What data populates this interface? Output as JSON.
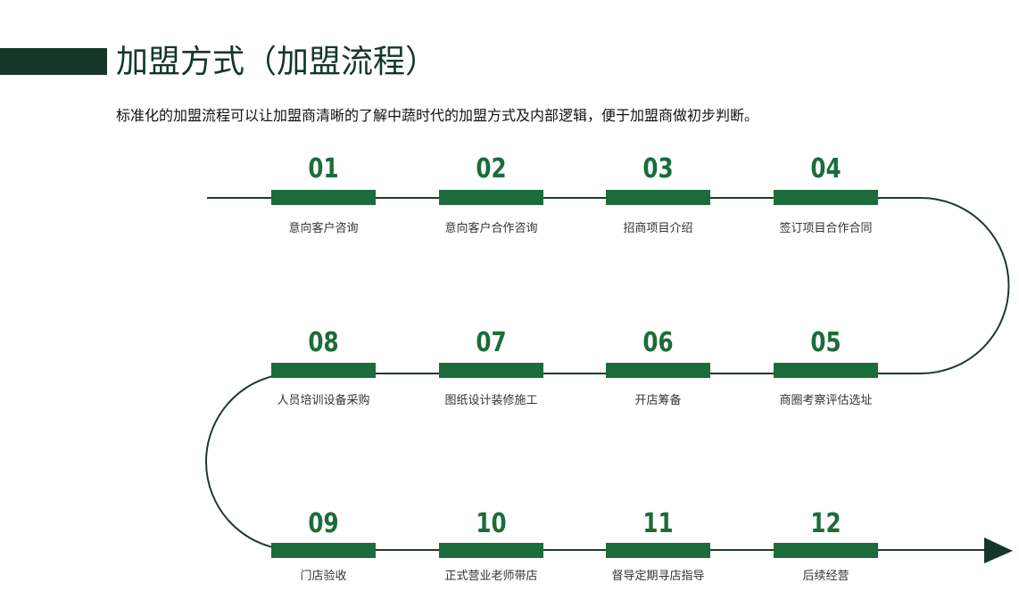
{
  "header": {
    "title": "加盟方式（加盟流程）",
    "subtitle": "标准化的加盟流程可以让加盟商清晰的了解中蔬时代的加盟方式及内部逻辑，便于加盟商做初步判断。"
  },
  "colors": {
    "accent": "#1c6c3b",
    "dark": "#153729",
    "line": "#1d3a2c",
    "text": "#333333"
  },
  "steps": [
    {
      "num": "01",
      "label": "意向客户咨询"
    },
    {
      "num": "02",
      "label": "意向客户合作咨询"
    },
    {
      "num": "03",
      "label": "招商项目介绍"
    },
    {
      "num": "04",
      "label": "签订项目合作合同"
    },
    {
      "num": "05",
      "label": "商圈考察评估选址"
    },
    {
      "num": "06",
      "label": "开店筹备"
    },
    {
      "num": "07",
      "label": "图纸设计装修施工"
    },
    {
      "num": "08",
      "label": "人员培训设备采购"
    },
    {
      "num": "09",
      "label": "门店验收"
    },
    {
      "num": "10",
      "label": "正式营业老师带店"
    },
    {
      "num": "11",
      "label": "督导定期寻店指导"
    },
    {
      "num": "12",
      "label": "后续经营"
    }
  ]
}
